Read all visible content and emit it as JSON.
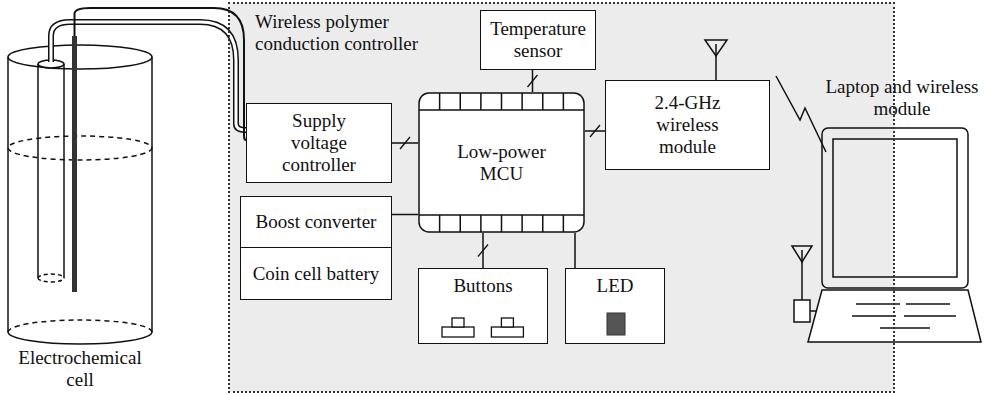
{
  "diagram": {
    "nodes": [
      {
        "text": [
          "Wireless polymer conduction controller"
        ]
      },
      {
        "text": [
          "Temperature sensor"
        ],
        "in": 0
      },
      {
        "text": [
          "Supply voltage controller"
        ],
        "in": 0
      },
      {
        "text": [
          "Low-power MCU"
        ],
        "in": 0
      },
      {
        "text": [
          "2.4-GHz wireless module"
        ],
        "in": 0
      },
      {
        "text": [
          "Boost converter"
        ],
        "in": 0
      },
      {
        "text": [
          "Coin cell battery"
        ],
        "in": 0
      },
      {
        "text": [
          "Buttons"
        ],
        "in": 0
      },
      {
        "text": [
          "LED"
        ],
        "in": 0
      }
    ],
    "edges": [
      {
        "from": 3,
        "to": 1,
        "arrow": "none"
      },
      {
        "from": 3,
        "to": 2,
        "arrow": "none"
      },
      {
        "from": 3,
        "to": 4,
        "arrow": "none"
      },
      {
        "from": 3,
        "to": 5,
        "arrow": "none"
      },
      {
        "from": 3,
        "to": 7,
        "arrow": "none"
      },
      {
        "from": 3,
        "to": 8,
        "arrow": "none"
      }
    ],
    "labels": [
      "Electrochemical cell",
      "Laptop and wireless module"
    ]
  }
}
